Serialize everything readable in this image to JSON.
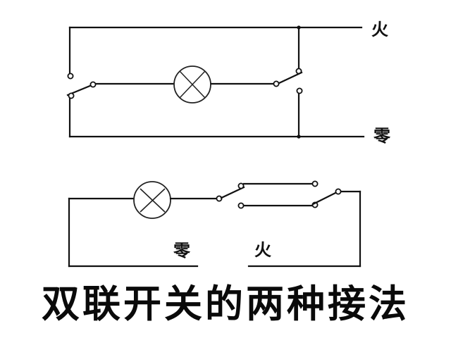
{
  "title": "双联开关的两种接法",
  "diagram_top": {
    "labels": {
      "live": "火",
      "neutral": "零"
    },
    "components": [
      "two-way switch (left)",
      "lamp",
      "two-way switch (right)"
    ],
    "wires": [
      "live bus (top)",
      "neutral bus (bottom)"
    ]
  },
  "diagram_bottom": {
    "labels": {
      "neutral": "零",
      "live": "火"
    },
    "components": [
      "lamp",
      "two-way switch (left)",
      "two-way switch (right)"
    ],
    "wires": [
      "neutral return",
      "live feed",
      "two traveler wires"
    ]
  },
  "colors": {
    "line": "#111111",
    "background": "#ffffff"
  }
}
